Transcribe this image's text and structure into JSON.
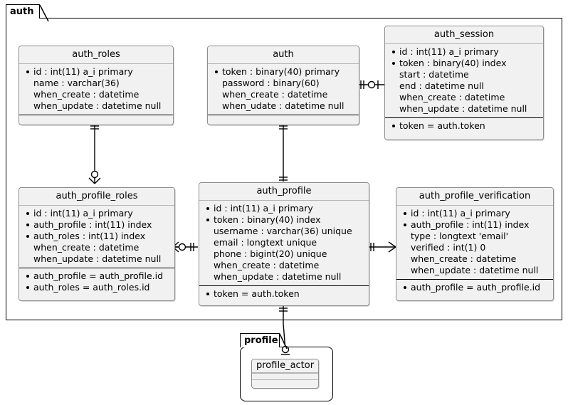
{
  "diagram": {
    "type": "entity-relationship-diagram",
    "packages": [
      {
        "name": "auth",
        "label": "auth"
      },
      {
        "name": "profile",
        "label": "profile"
      }
    ]
  },
  "entities": {
    "auth_roles": {
      "title": "auth_roles",
      "fields": [
        {
          "text": "id : int(11) a_i primary",
          "key": true
        },
        {
          "text": "name : varchar(36)",
          "key": false
        },
        {
          "text": "when_create : datetime",
          "key": false
        },
        {
          "text": "when_update : datetime null",
          "key": false
        }
      ],
      "relations": []
    },
    "auth": {
      "title": "auth",
      "fields": [
        {
          "text": "token : binary(40) primary",
          "key": true
        },
        {
          "text": "password : binary(60)",
          "key": false
        },
        {
          "text": "when_create : datetime",
          "key": false
        },
        {
          "text": "when_udate : datetime null",
          "key": false
        }
      ],
      "relations": []
    },
    "auth_session": {
      "title": "auth_session",
      "fields": [
        {
          "text": "id : int(11) a_i primary",
          "key": true
        },
        {
          "text": "token : binary(40) index",
          "key": true
        },
        {
          "text": "start : datetime",
          "key": false
        },
        {
          "text": "end : datetime null",
          "key": false
        },
        {
          "text": "when_create : datetime",
          "key": false
        },
        {
          "text": "when_update : datetime null",
          "key": false
        }
      ],
      "relations": [
        {
          "text": "token = auth.token",
          "key": true
        }
      ]
    },
    "auth_profile_roles": {
      "title": "auth_profile_roles",
      "fields": [
        {
          "text": "id : int(11) a_i primary",
          "key": true
        },
        {
          "text": "auth_profile : int(11) index",
          "key": true
        },
        {
          "text": "auth_roles : int(11) index",
          "key": true
        },
        {
          "text": "when_create : datetime",
          "key": false
        },
        {
          "text": "when_update : datetime null",
          "key": false
        }
      ],
      "relations": [
        {
          "text": "auth_profile = auth_profile.id",
          "key": true
        },
        {
          "text": "auth_roles = auth_roles.id",
          "key": true
        }
      ]
    },
    "auth_profile": {
      "title": "auth_profile",
      "fields": [
        {
          "text": "id : int(11) a_i primary",
          "key": true
        },
        {
          "text": "token : binary(40) index",
          "key": true
        },
        {
          "text": "username : varchar(36) unique",
          "key": false
        },
        {
          "text": "email : longtext unique",
          "key": false
        },
        {
          "text": "phone : bigint(20) unique",
          "key": false
        },
        {
          "text": "when_create : datetime",
          "key": false
        },
        {
          "text": "when_update : datetime null",
          "key": false
        }
      ],
      "relations": [
        {
          "text": "token = auth.token",
          "key": true
        }
      ]
    },
    "auth_profile_verification": {
      "title": "auth_profile_verification",
      "fields": [
        {
          "text": "id : int(11) a_i primary",
          "key": true
        },
        {
          "text": "auth_profile : int(11) index",
          "key": true
        },
        {
          "text": "type : longtext 'email'",
          "key": false
        },
        {
          "text": "verified : int(1) 0",
          "key": false
        },
        {
          "text": "when_create : datetime",
          "key": false
        },
        {
          "text": "when_update : datetime null",
          "key": false
        }
      ],
      "relations": [
        {
          "text": "auth_profile = auth_profile.id",
          "key": true
        }
      ]
    },
    "profile_actor": {
      "title": "profile_actor",
      "fields": [],
      "relations": []
    }
  },
  "relationships": [
    {
      "from": "auth_roles",
      "to": "auth_profile_roles",
      "from_card": "one",
      "to_card": "zero-or-many"
    },
    {
      "from": "auth",
      "to": "auth_session",
      "from_card": "one",
      "to_card": "zero-or-one"
    },
    {
      "from": "auth",
      "to": "auth_profile",
      "from_card": "one",
      "to_card": "one"
    },
    {
      "from": "auth_profile",
      "to": "auth_profile_roles",
      "from_card": "one",
      "to_card": "zero-or-many"
    },
    {
      "from": "auth_profile",
      "to": "auth_profile_verification",
      "from_card": "one",
      "to_card": "many"
    },
    {
      "from": "auth_profile",
      "to": "profile_actor",
      "from_card": "one",
      "to_card": "zero-or-one"
    }
  ],
  "colors": {
    "entity_fill": "#f1f1f1",
    "entity_border": "#8d8d8d",
    "package_border": "#000000",
    "background": "#ffffff",
    "line": "#000000"
  }
}
